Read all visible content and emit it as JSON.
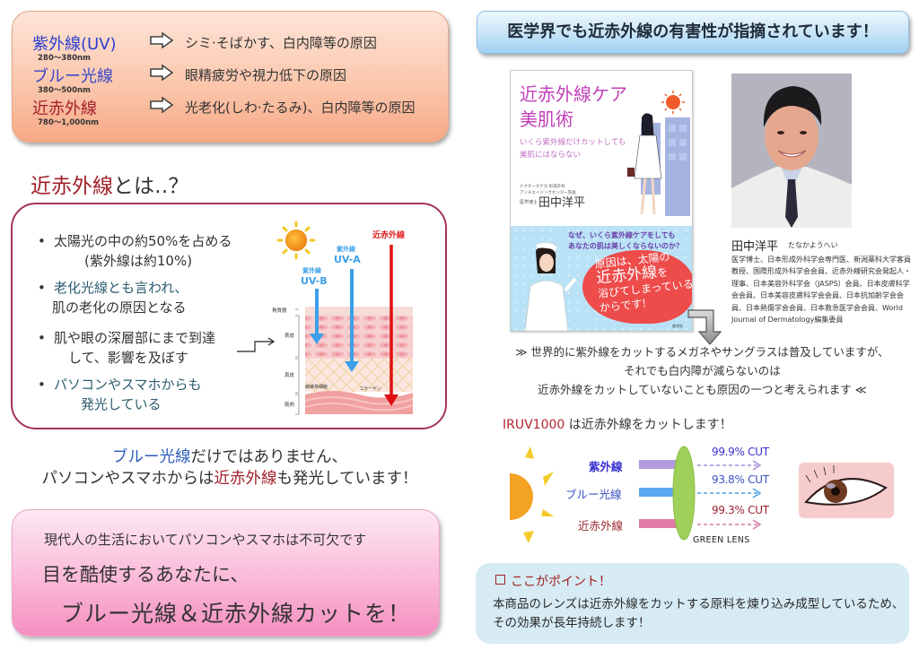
{
  "wavelengths": {
    "rows": [
      {
        "name": "紫外線(UV)",
        "range": "280〜380nm",
        "effect": "シミ·そばかす、白内障等の原因",
        "color": "#2d3fcf"
      },
      {
        "name": "ブルー光線",
        "range": "380〜500nm",
        "effect": "眼精疲労や視力低下の原因",
        "color": "#3b48c9"
      },
      {
        "name": "近赤外線",
        "range": "780〜1,000nm",
        "effect": "光老化(しわ·たるみ)、白内障等の原因",
        "color": "#a2202a"
      }
    ],
    "arrow_icon": "outline-right-arrow"
  },
  "nir_section": {
    "heading_red": "近赤外線",
    "heading_rest": "とは‥？",
    "bullets": [
      {
        "line1": "太陽光の中の約50%を占める",
        "line2": "(紫外線は約10%)"
      },
      {
        "line1": "老化光線とも言われ、",
        "line2": "肌の老化の原因となる"
      },
      {
        "line1": "肌や眼の深層部にまで到達",
        "line2": "して、影響を及ぼす"
      },
      {
        "line1": "パソコンやスマホからも",
        "line2": "発光している"
      }
    ],
    "illustration": {
      "uvb_label": "紫外線",
      "uvb_name": "UV-B",
      "uva_label": "紫外線",
      "uva_name": "UV-A",
      "nir_label": "近赤外線",
      "layers": [
        "角質層",
        "表皮",
        "真皮",
        "筋肉"
      ],
      "cells": [
        "線維芽細胞",
        "コラーゲン"
      ]
    }
  },
  "blue_message": {
    "line1_blue": "ブルー光線",
    "line1_rest": "だけではありません、",
    "line2_pre": "パソコンやスマホからは",
    "line2_red": "近赤外線",
    "line2_post": "も発光しています！"
  },
  "pink_box": {
    "line1": "現代人の生活においてパソコンやスマホは不可欠です",
    "line2": "目を酷使するあなたに、",
    "line3": "ブルー光線＆近赤外線カットを！"
  },
  "medical_banner": {
    "text": "医学界でも近赤外線の有害性が指摘されています！"
  },
  "book": {
    "title_line1": "近赤外線ケア",
    "title_line2": "美肌術",
    "subtitle_line1": "いくら紫外線だけカットしても",
    "subtitle_line2": "美肌にはならない",
    "author_affil_line1": "ドクタータナカ 形成外科",
    "author_affil_line2": "アンチエイジングセンター院長",
    "author_label": "医学博士",
    "author": "田中洋平",
    "question_line1": "なぜ、いくら紫外線ケアをしても",
    "question_line2": "あなたの肌は美しくならないのか？",
    "bubble_line1": "原因は、太陽の",
    "bubble_line2_big": "近赤外線",
    "bubble_line2_rest": "を",
    "bubble_line3": "浴びてしまっている",
    "bubble_line4": "からです!",
    "publisher": "産学社"
  },
  "doctor": {
    "name": "田中洋平",
    "kana": "たなかようへい",
    "bio": "医学博士、日本形成外科学会専門医、新潟薬科大学客員教授、国際形成外科学会会員、近赤外線研究会発起人・理事、日本美容外科学会（JASPS）会員、日本皮膚科学会会員、日本美容皮膚科学会会員、日本抗加齢学会会員、日本熱傷学会会員、日本救急医学会会員、World Journal of Dermatology編集委員"
  },
  "claim": {
    "line1": "≫ 世界的に紫外線をカットするメガネやサングラスは普及していますが、",
    "line2": "それでも白内障が減らないのは",
    "line3": "近赤外線をカットしていないことも原因の一つと考えられます ≪"
  },
  "iruv": {
    "heading_red": "IRUV1000",
    "heading_rest": " は近赤外線をカットします！"
  },
  "lens_diagram": {
    "rows": [
      {
        "label": "紫外線",
        "cut": "99.9% CUT",
        "label_color": "#3a2fd0",
        "bar_color": "#b49be0",
        "cut_color": "#3a2fd0"
      },
      {
        "label": "ブルー光線",
        "cut": "93.8% CUT",
        "label_color": "#3a50c0",
        "bar_color": "#5aa9f0",
        "cut_color": "#3a50c0"
      },
      {
        "label": "近赤外線",
        "cut": "99.3% CUT",
        "label_color": "#9a2430",
        "bar_color": "#e07aa8",
        "cut_color": "#9a2430"
      }
    ],
    "lens_label": "GREEN LENS"
  },
  "point": {
    "title": "ここがポイント！",
    "body": "本商品のレンズは近赤外線をカットする原料を煉り込み成型しているため、その効果が長年持続します！"
  }
}
